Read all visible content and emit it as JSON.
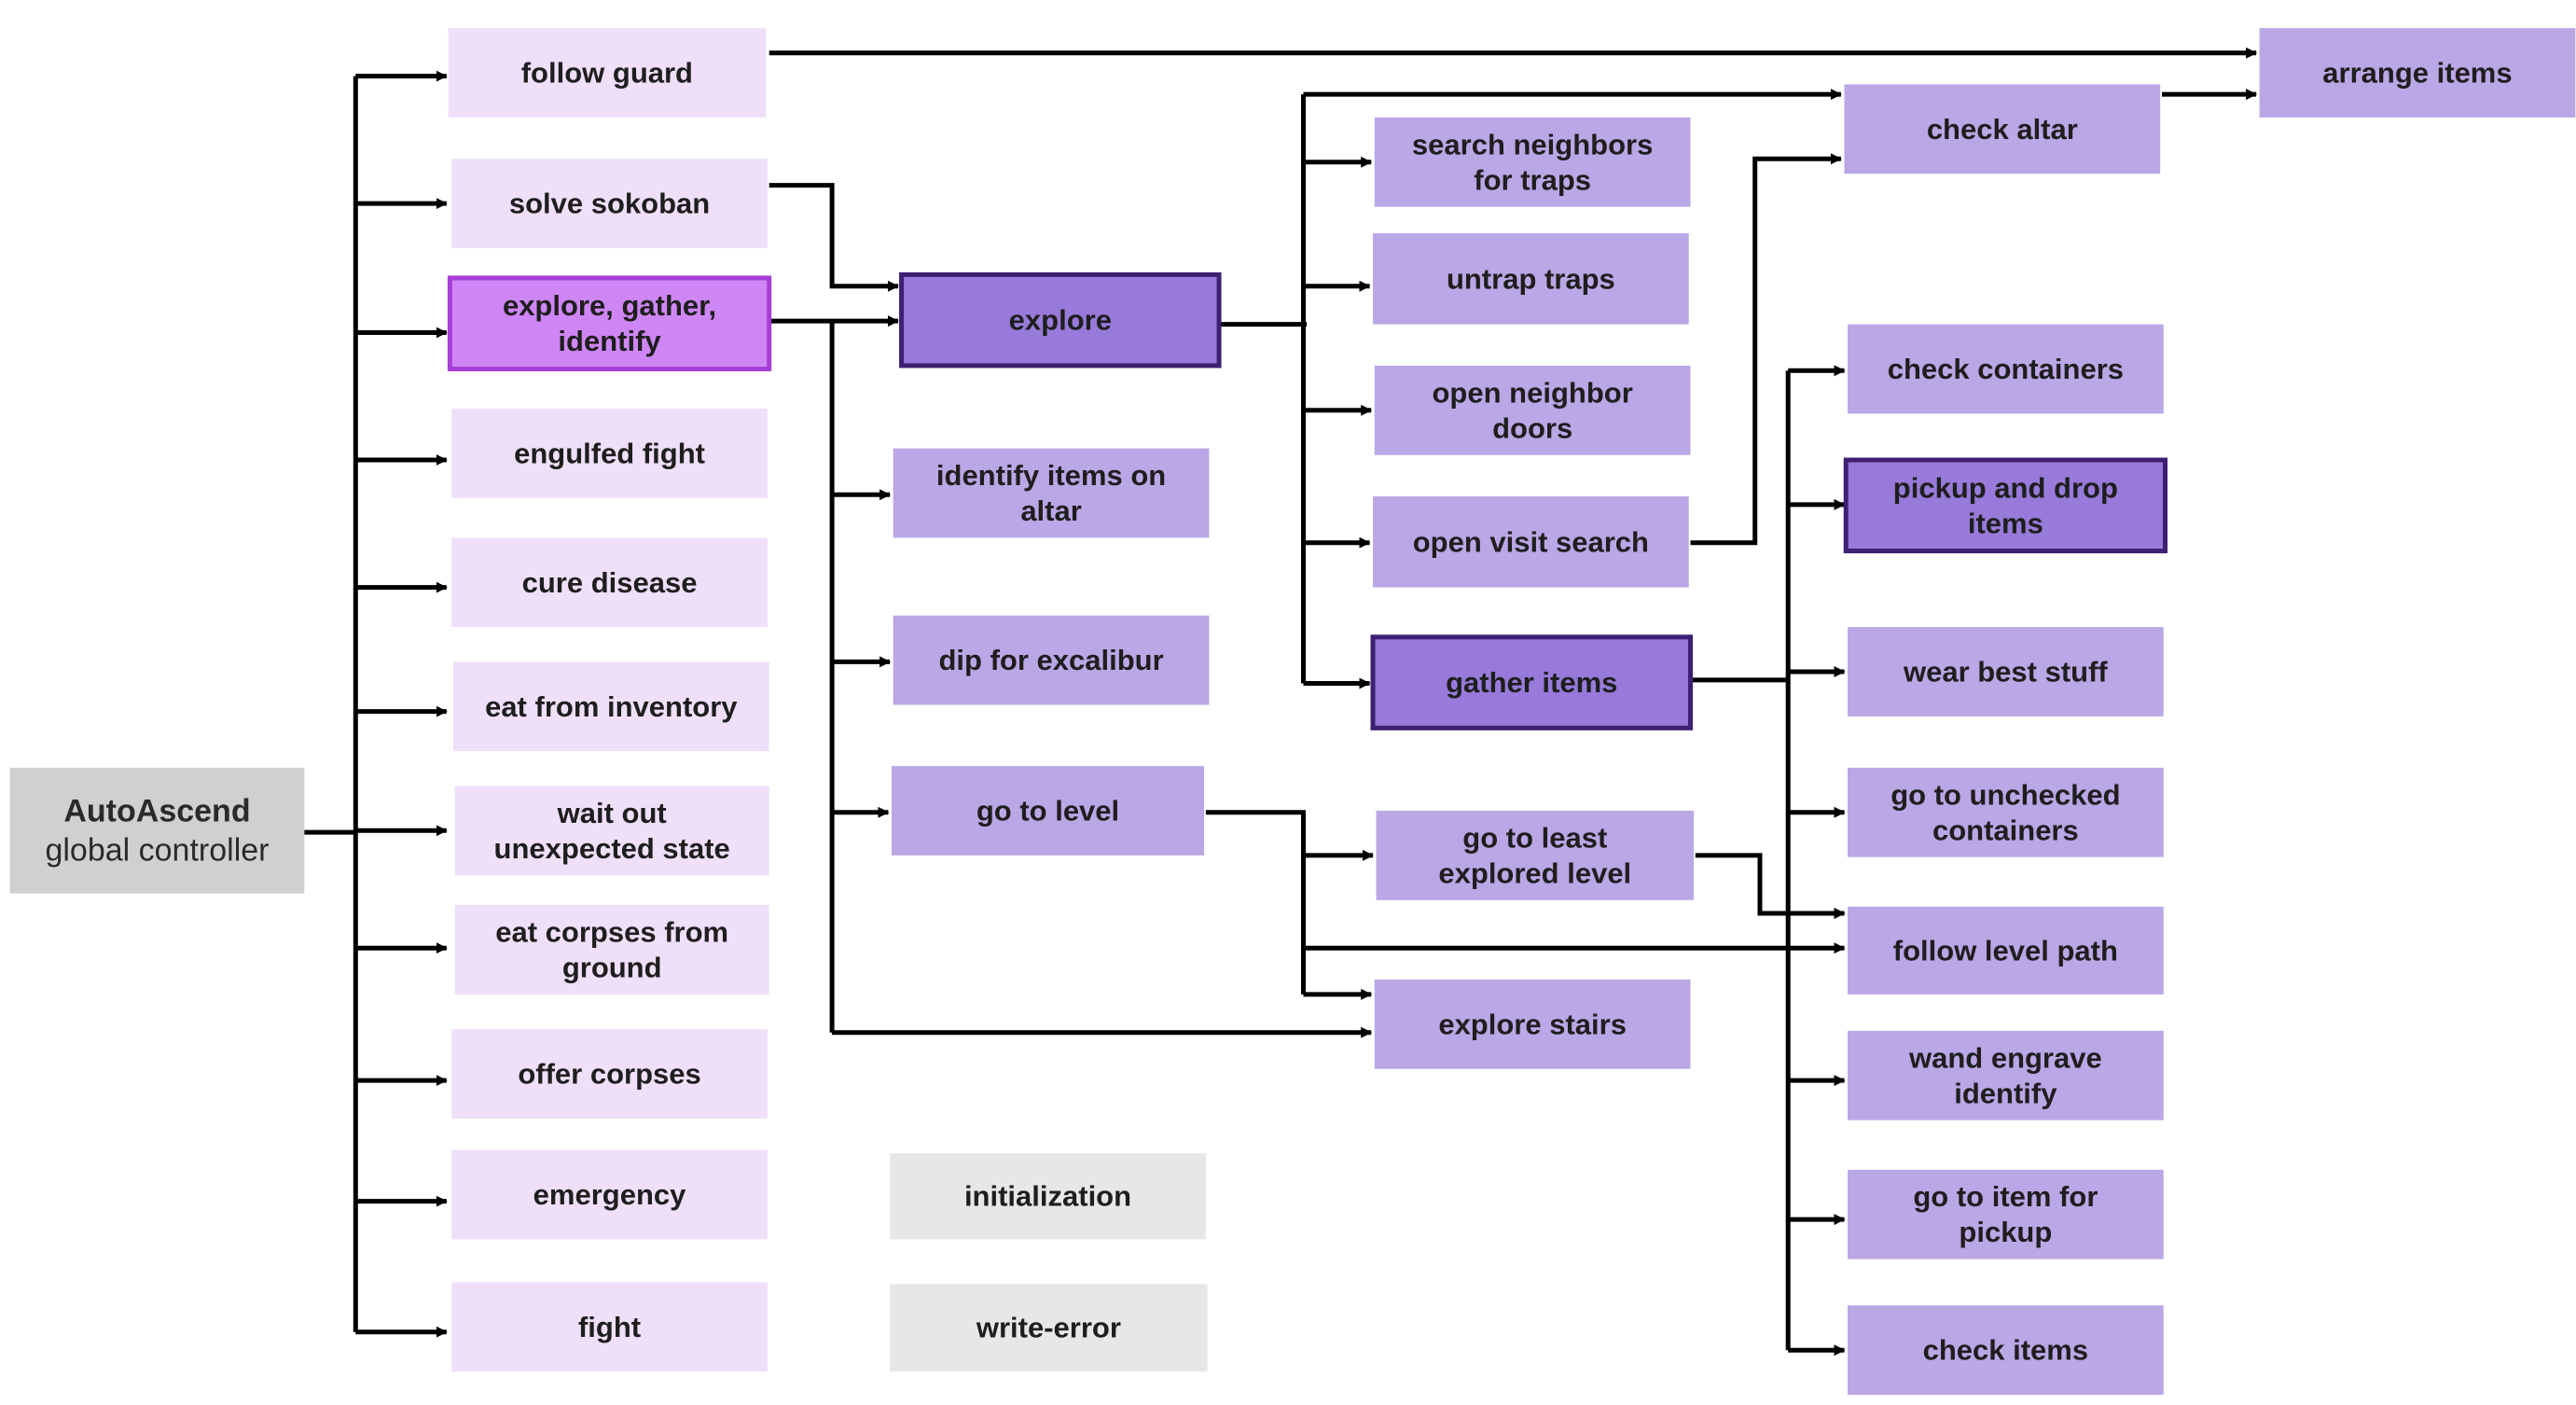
{
  "root": {
    "title": "AutoAscend",
    "subtitle": "global controller"
  },
  "palette": {
    "light": "#efdff9",
    "medium": "#b9a7e6",
    "dark": "#977ad9",
    "dark_border": "#3e1f72",
    "magenta": "#cf86f5",
    "magenta_border": "#a63fd6",
    "gray": "#e7e7e7",
    "root": "#d0d0d0",
    "arrow": "#000000"
  },
  "nodes": {
    "follow_guard": {
      "lines": [
        "follow guard"
      ],
      "style": "light"
    },
    "solve_sokoban": {
      "lines": [
        "solve sokoban"
      ],
      "style": "light"
    },
    "explore_gather_identify": {
      "lines": [
        "explore, gather,",
        "identify"
      ],
      "style": "magenta"
    },
    "engulfed_fight": {
      "lines": [
        "engulfed fight"
      ],
      "style": "light"
    },
    "cure_disease": {
      "lines": [
        "cure disease"
      ],
      "style": "light"
    },
    "eat_from_inventory": {
      "lines": [
        "eat from inventory"
      ],
      "style": "light"
    },
    "wait_out": {
      "lines": [
        "wait out",
        "unexpected state"
      ],
      "style": "light"
    },
    "eat_corpses": {
      "lines": [
        "eat corpses from",
        "ground"
      ],
      "style": "light"
    },
    "offer_corpses": {
      "lines": [
        "offer corpses"
      ],
      "style": "light"
    },
    "emergency": {
      "lines": [
        "emergency"
      ],
      "style": "light"
    },
    "fight": {
      "lines": [
        "fight"
      ],
      "style": "light"
    },
    "explore": {
      "lines": [
        "explore"
      ],
      "style": "dark"
    },
    "identify_altar": {
      "lines": [
        "identify items on",
        "altar"
      ],
      "style": "medium"
    },
    "dip_excalibur": {
      "lines": [
        "dip for excalibur"
      ],
      "style": "medium"
    },
    "go_to_level": {
      "lines": [
        "go to level"
      ],
      "style": "medium"
    },
    "initialization": {
      "lines": [
        "initialization"
      ],
      "style": "gray"
    },
    "write_error": {
      "lines": [
        "write-error"
      ],
      "style": "gray"
    },
    "search_neighbors": {
      "lines": [
        "search neighbors",
        "for traps"
      ],
      "style": "medium"
    },
    "untrap_traps": {
      "lines": [
        "untrap traps"
      ],
      "style": "medium"
    },
    "open_neighbor_doors": {
      "lines": [
        "open neighbor",
        "doors"
      ],
      "style": "medium"
    },
    "open_visit_search": {
      "lines": [
        "open visit search"
      ],
      "style": "medium"
    },
    "gather_items": {
      "lines": [
        "gather items"
      ],
      "style": "dark"
    },
    "go_least_explored": {
      "lines": [
        "go to least",
        "explored level"
      ],
      "style": "medium"
    },
    "explore_stairs": {
      "lines": [
        "explore stairs"
      ],
      "style": "medium"
    },
    "check_altar": {
      "lines": [
        "check altar"
      ],
      "style": "medium"
    },
    "arrange_items": {
      "lines": [
        "arrange items"
      ],
      "style": "medium"
    },
    "check_containers": {
      "lines": [
        "check containers"
      ],
      "style": "medium"
    },
    "pickup_drop": {
      "lines": [
        "pickup and drop",
        "items"
      ],
      "style": "dark"
    },
    "wear_best_stuff": {
      "lines": [
        "wear best stuff"
      ],
      "style": "medium"
    },
    "go_unchecked_containers": {
      "lines": [
        "go to unchecked",
        "containers"
      ],
      "style": "medium"
    },
    "follow_level_path": {
      "lines": [
        "follow level path"
      ],
      "style": "medium"
    },
    "wand_engrave_identify": {
      "lines": [
        "wand engrave",
        "identify"
      ],
      "style": "medium"
    },
    "go_item_pickup": {
      "lines": [
        "go to item for",
        "pickup"
      ],
      "style": "medium"
    },
    "check_items": {
      "lines": [
        "check items"
      ],
      "style": "medium"
    }
  }
}
